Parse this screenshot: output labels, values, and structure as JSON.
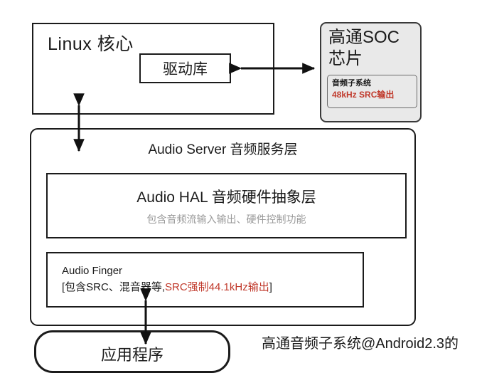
{
  "diagram": {
    "kernel": {
      "title": "Linux 核心",
      "driver_label": "驱动库"
    },
    "soc": {
      "title": "高通SOC\n芯片",
      "subsystem_label": "音频子系统",
      "subsystem_rate": "48kHz SRC输出",
      "fill_color": "#e9e9e9",
      "accent_color": "#c0392b"
    },
    "audio_server": {
      "title": "Audio Server 音频服务层",
      "hal": {
        "title": "Audio HAL 音频硬件抽象层",
        "subtitle": "包含音频流输入输出、硬件控制功能",
        "subtitle_color": "#9a9a9a"
      },
      "finger": {
        "title": "Audio Finger",
        "detail_prefix": "[包含SRC、混音器等,",
        "detail_accent": "SRC强制44.1kHz输出",
        "detail_suffix": "]"
      }
    },
    "bottom_box": {
      "label": "应用程序"
    },
    "caption": "高通音频子系统@Android2.3的",
    "arrows": [
      {
        "name": "kernel-soc-arrow",
        "direction": "bidirectional",
        "orientation": "horizontal"
      },
      {
        "name": "kernel-server-arrow",
        "direction": "bidirectional",
        "orientation": "vertical"
      },
      {
        "name": "finger-app-arrow",
        "direction": "bidirectional",
        "orientation": "vertical"
      }
    ]
  }
}
